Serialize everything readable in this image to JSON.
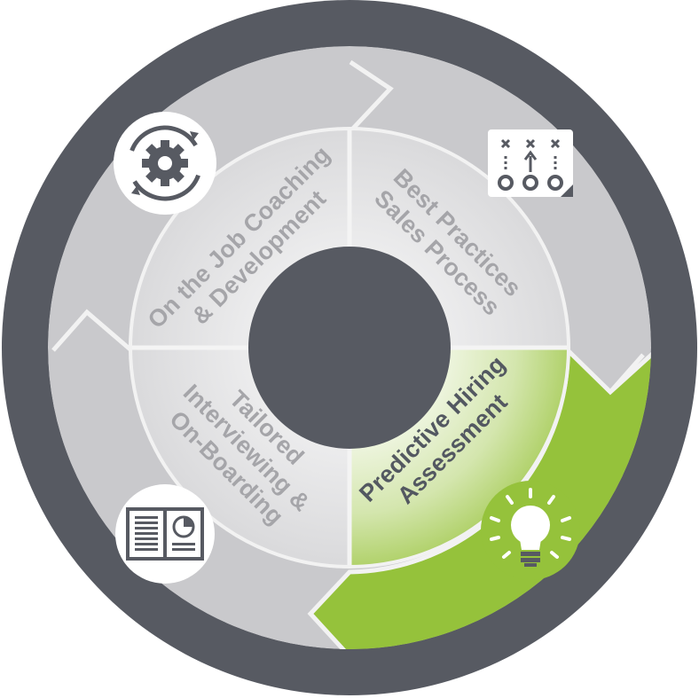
{
  "diagram": {
    "segments": [
      {
        "id": "coaching",
        "lines": [
          "On the Job Coaching",
          "& Development"
        ],
        "icon": "gear-cycle-icon",
        "active": false
      },
      {
        "id": "sales",
        "lines": [
          "Best Practices",
          "Sales Process"
        ],
        "icon": "playbook-icon",
        "active": false
      },
      {
        "id": "hiring",
        "lines": [
          "Predictive Hiring",
          "Assessment"
        ],
        "icon": "lightbulb-icon",
        "active": true
      },
      {
        "id": "onboarding",
        "lines": [
          "Tailored",
          "Interviewing &",
          "On-Boarding"
        ],
        "icon": "document-icon",
        "active": false
      }
    ]
  },
  "colors": {
    "outer_ring": "#575a62",
    "arrow_gray": "#c9c9cc",
    "inner_gray": "#dededf",
    "inner_gray_light": "#ececed",
    "center": "#575a62",
    "active_green": "#95c23b",
    "active_green_light": "#d6e7b5",
    "label_gray": "#a5a5a9",
    "label_active": "#535861",
    "divider": "#f4f4f4"
  }
}
